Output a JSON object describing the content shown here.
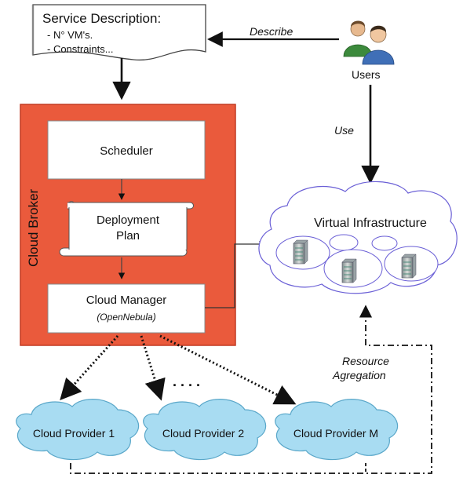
{
  "service_description": {
    "title": "Service Description:",
    "items": [
      "- N° VM's.",
      "- Constraints..."
    ]
  },
  "users": {
    "label": "Users",
    "icon": "users-icon"
  },
  "edges": {
    "describe": "Describe",
    "use": "Use",
    "resource_agregation_line1": "Resource",
    "resource_agregation_line2": "Agregation"
  },
  "broker": {
    "title": "Cloud Broker",
    "scheduler": "Scheduler",
    "deployment_plan_line1": "Deployment",
    "deployment_plan_line2": "Plan",
    "cloud_manager": "Cloud Manager",
    "cloud_manager_sub": "(OpenNebula)"
  },
  "virtual_infrastructure": {
    "label": "Virtual Infrastructure",
    "icon": "server-icon"
  },
  "providers": [
    "Cloud Provider 1",
    "Cloud Provider 2",
    "Cloud Provider M"
  ],
  "ellipsis": ". . . .",
  "colors": {
    "broker_fill": "#ea5a3c",
    "broker_border": "#c23a22",
    "provider_fill": "#a8dcf2",
    "provider_border": "#5aa7c9",
    "cloud_outline": "#6a5fd6",
    "arrow": "#111111"
  }
}
